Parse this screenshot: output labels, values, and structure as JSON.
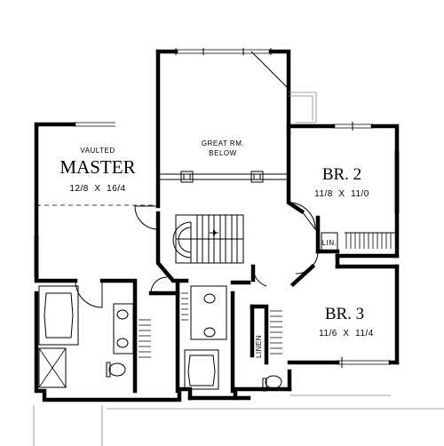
{
  "rooms": {
    "master": {
      "note": "VAULTED",
      "name": "MASTER",
      "size": "12/8  X  16/4"
    },
    "great_room": {
      "line1": "GREAT RM.",
      "line2": "BELOW"
    },
    "br2": {
      "name": "BR. 2",
      "size": "11/8  X  11/0"
    },
    "br3": {
      "name": "BR. 3",
      "size": "11/6  X  11/4"
    },
    "linen_small": "LIN.",
    "linen_tall": "LINEN"
  }
}
